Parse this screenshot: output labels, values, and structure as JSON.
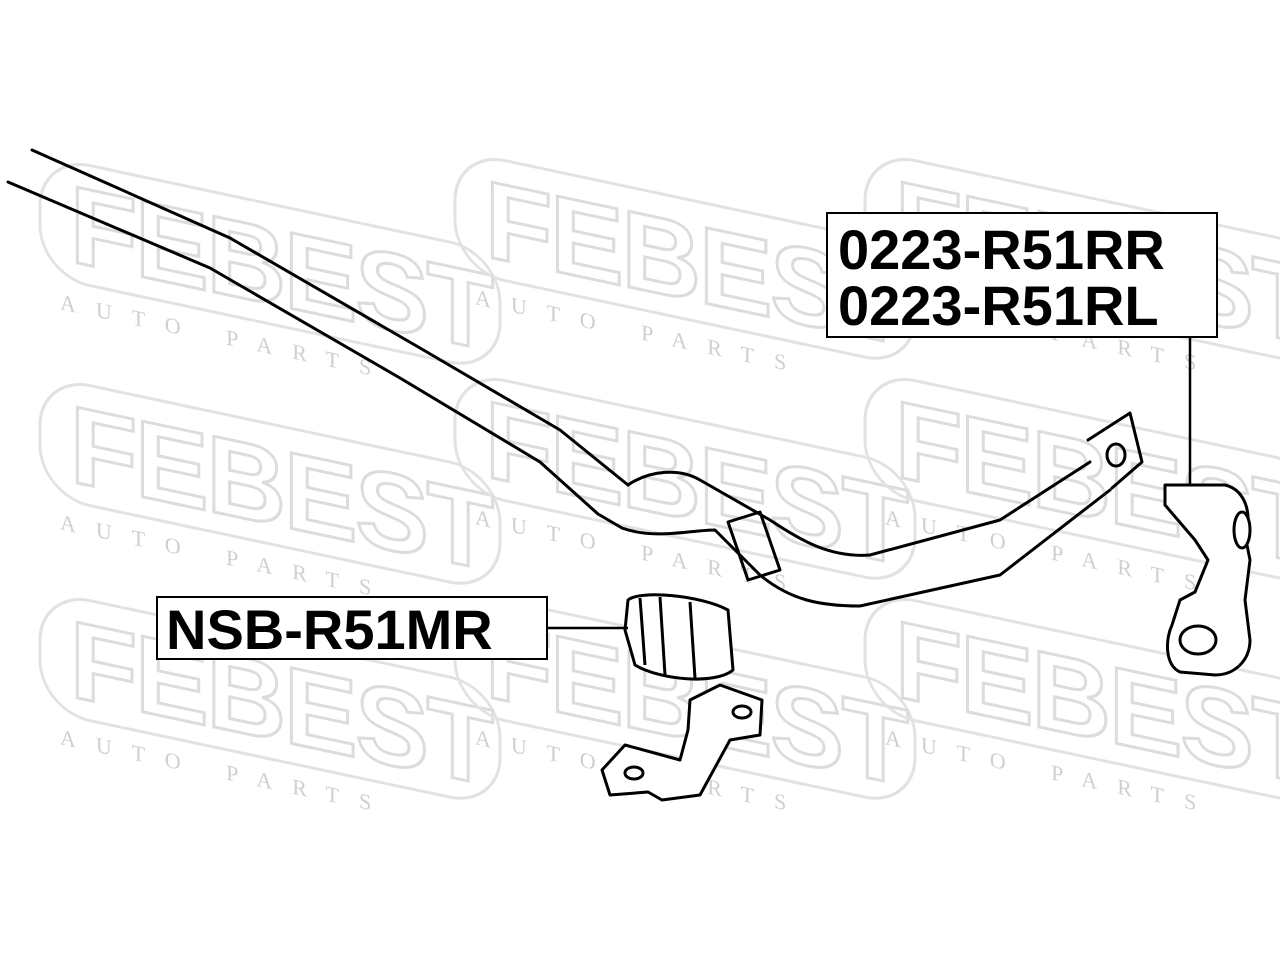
{
  "watermark": {
    "brand": "FEBEST",
    "tagline": "AUTO PARTS"
  },
  "labels": {
    "stabilizer_link_rr": "0223-R51RR",
    "stabilizer_link_rl": "0223-R51RL",
    "stabilizer_bushing": "NSB-R51MR"
  },
  "colors": {
    "line": "#000000",
    "watermark": "#dcdcdc",
    "background": "#ffffff"
  }
}
